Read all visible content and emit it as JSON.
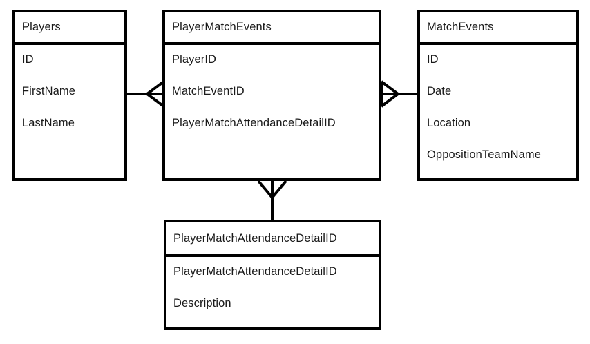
{
  "diagram": {
    "type": "entity-relationship-diagram",
    "notation": "crow's foot",
    "background_color": "#ffffff",
    "line_color": "#000000",
    "text_color": "#1a1a1a"
  },
  "entities": [
    {
      "key": "players",
      "title": "Players",
      "attributes": [
        "ID",
        "FirstName",
        "LastName"
      ]
    },
    {
      "key": "player_match_events",
      "title": "PlayerMatchEvents",
      "attributes": [
        "PlayerID",
        "MatchEventID",
        "PlayerMatchAttendanceDetailID"
      ]
    },
    {
      "key": "match_events",
      "title": "MatchEvents",
      "attributes": [
        "ID",
        "Date",
        "Location",
        "OppositionTeamName"
      ]
    },
    {
      "key": "player_match_attendance_detail",
      "title": "PlayerMatchAttendanceDetailID",
      "attributes": [
        "PlayerMatchAttendanceDetailID",
        "Description"
      ]
    }
  ],
  "relationships": [
    {
      "key": "players-to-player-match-events",
      "from": "Players",
      "to": "PlayerMatchEvents",
      "from_cardinality": "one",
      "to_cardinality": "many"
    },
    {
      "key": "player-match-events-to-match-events",
      "from": "PlayerMatchEvents",
      "to": "MatchEvents",
      "from_cardinality": "many",
      "to_cardinality": "one"
    },
    {
      "key": "player-match-attendance-detail-to-player-match-events",
      "from": "PlayerMatchAttendanceDetailID",
      "to": "PlayerMatchEvents",
      "from_cardinality": "one",
      "to_cardinality": "many"
    }
  ]
}
